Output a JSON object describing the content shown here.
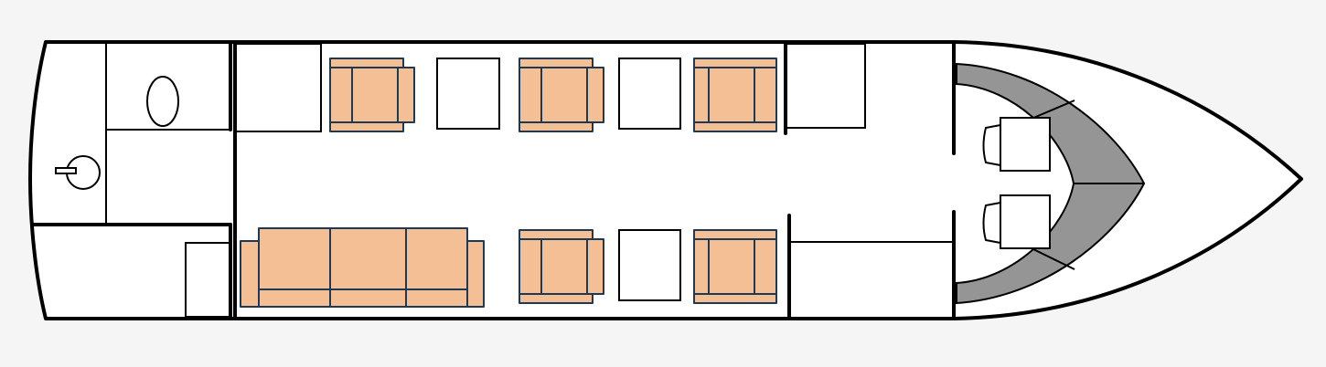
{
  "colors": {
    "background": "#f5f5f5",
    "seat_fill": "#f4bf94",
    "seat_outline": "#1c3a55",
    "console_fill": "#959595",
    "fuselage_fill": "#ffffff",
    "outline": "#000000"
  },
  "cabin": {
    "single_seats_top_row": 3,
    "single_seats_bottom_row": 2,
    "divan_seats": 3,
    "tables": 3,
    "pilot_seats": 2
  }
}
